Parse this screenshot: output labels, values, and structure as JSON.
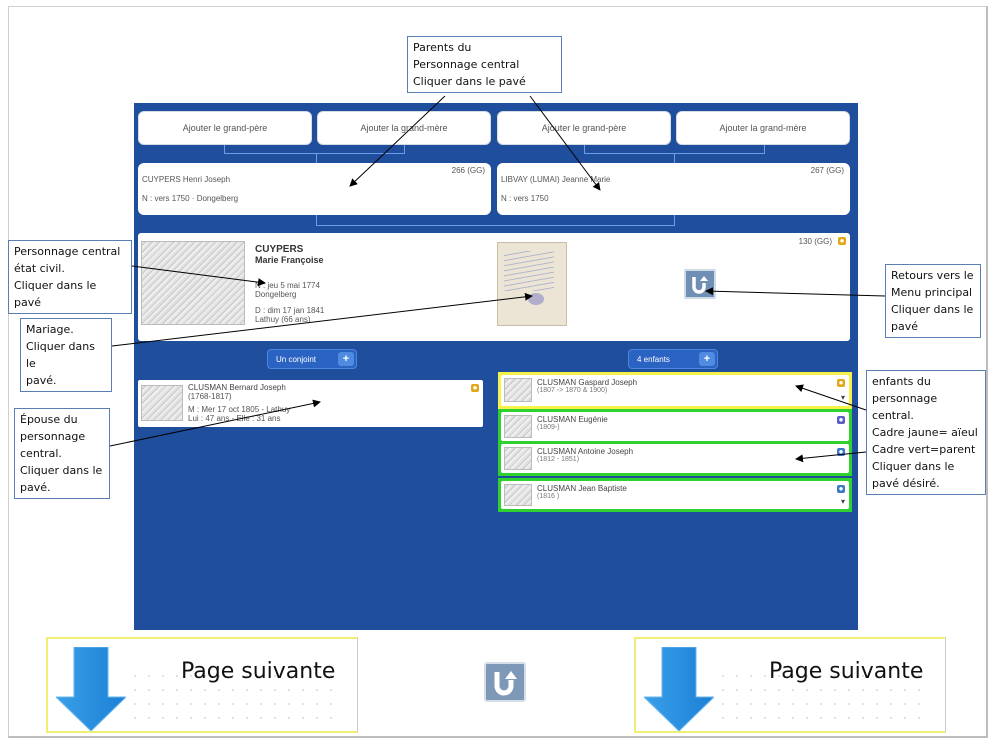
{
  "grandparents": {
    "buttons": [
      "Ajouter le grand-père",
      "Ajouter la grand-mère",
      "Ajouter le grand-père",
      "Ajouter la grand-mère"
    ]
  },
  "parents": {
    "father": {
      "name": "CUYPERS Henri Joseph",
      "id": "266 (GG)",
      "info": "N : vers 1750 · Dongelberg"
    },
    "mother": {
      "name": "LIBVAY (LUMAI) Jeanne Marie",
      "id": "267 (GG)",
      "info": "N : vers 1750"
    }
  },
  "central": {
    "surname": "CUYPERS",
    "firstname": "Marie Françoise",
    "birth": "N : jeu 5 mai 1774",
    "birth_place": "Dongelberg",
    "death": "D : dim 17 jan 1841",
    "death_place": "Lathuy (66 ans)",
    "id": "130 (GG)"
  },
  "spouse_pill": {
    "label": "Un conjoint",
    "plus": "+"
  },
  "children_pill": {
    "label": "4 enfants",
    "plus": "+"
  },
  "spouse": {
    "name": "CLUSMAN Bernard Joseph",
    "dates": "(1768-1817)",
    "marriage": "M : Mer 17 oct 1805 - Lathuy",
    "ages": "Lui : 47 ans - Elle : 31 ans"
  },
  "children": [
    {
      "name": "CLUSMAN Gaspard Joseph",
      "dates": "(1807 -> 1870 & 1900)"
    },
    {
      "name": "CLUSMAN Eugénie",
      "dates": "(1809-)"
    },
    {
      "name": "CLUSMAN Antoine Joseph",
      "dates": "(1812 - 1851)"
    },
    {
      "name": "CLUSMAN Jean Baptiste",
      "dates": "(1816 )"
    }
  ],
  "callouts": {
    "parents": [
      "Parents du",
      "Personnage central",
      "Cliquer dans le pavé"
    ],
    "central": [
      "Personnage central",
      "état civil.",
      "Cliquer dans le pavé"
    ],
    "marriage": [
      "Mariage.",
      "Cliquer dans le",
      "pavé."
    ],
    "spouse": [
      "Épouse du",
      "personnage",
      "central.",
      "Cliquer dans le",
      "pavé."
    ],
    "menu": [
      "Retours vers le",
      "Menu principal",
      "Cliquer dans le",
      "pavé"
    ],
    "children": [
      "enfants du",
      "personnage",
      "central.",
      "Cadre jaune= aïeul",
      "Cadre vert=parent",
      "Cliquer dans le",
      "pavé désiré."
    ]
  },
  "footer": {
    "next_left": "Page suivante",
    "next_right": "Page suivante"
  },
  "colors": {
    "app_bg": "#1f4e9c",
    "yellow_frame": "#f5f04a",
    "green_frame": "#2fd12f",
    "link_line": "#6e9de8"
  }
}
